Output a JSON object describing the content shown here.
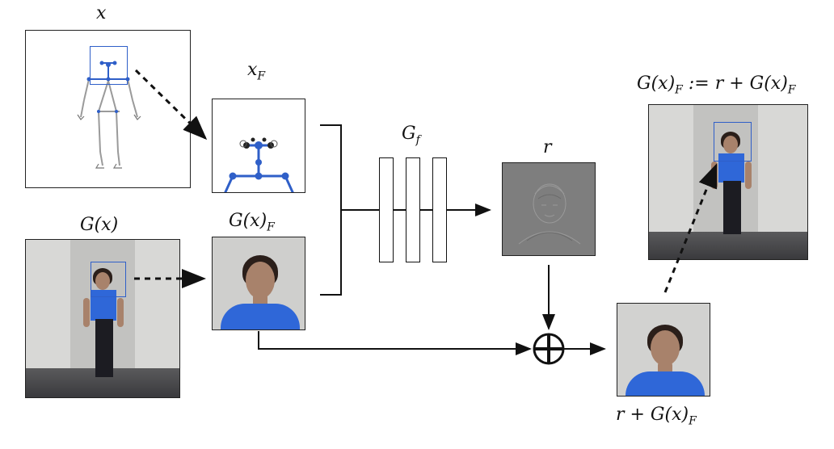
{
  "labels": {
    "x": "x",
    "x_F": "x",
    "x_F_sub": "F",
    "Gx": "G(x)",
    "Gx_F": "G(x)",
    "Gx_F_sub": "F",
    "G_f": "G",
    "G_f_sub": "f",
    "r": "r",
    "r_plus": "r + G(x)",
    "r_plus_sub": "F",
    "assign_lhs": "G(x)",
    "assign_lhs_sub": "F",
    "assign_op": " := r + G(x)",
    "assign_rhs_sub": "F"
  },
  "colors": {
    "line": "#111111",
    "pose_blue": "#2f5fc8",
    "shirt": "#2f67d8",
    "residual_gray": "#7e7e7e"
  },
  "icons": {
    "sum_node": "circled-plus-icon"
  }
}
